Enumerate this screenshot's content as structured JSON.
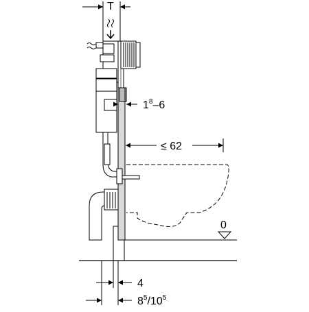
{
  "labels": {
    "top_dim": "T",
    "side_dim_main": "1",
    "side_dim_sup": "8",
    "side_dim_tail": "–6",
    "reach_dim": "≤ 62",
    "floor_level": "0",
    "bottom_dim_1": "4",
    "bottom_dim_2_a": "8",
    "bottom_dim_2_a_sup": "5",
    "bottom_dim_2_sep": "/10",
    "bottom_dim_2_b_sup": "5"
  },
  "colors": {
    "line": "#000000",
    "panel_fill": "#d9d9d9",
    "panel_dark": "#9a9a9a",
    "background": "#ffffff"
  }
}
